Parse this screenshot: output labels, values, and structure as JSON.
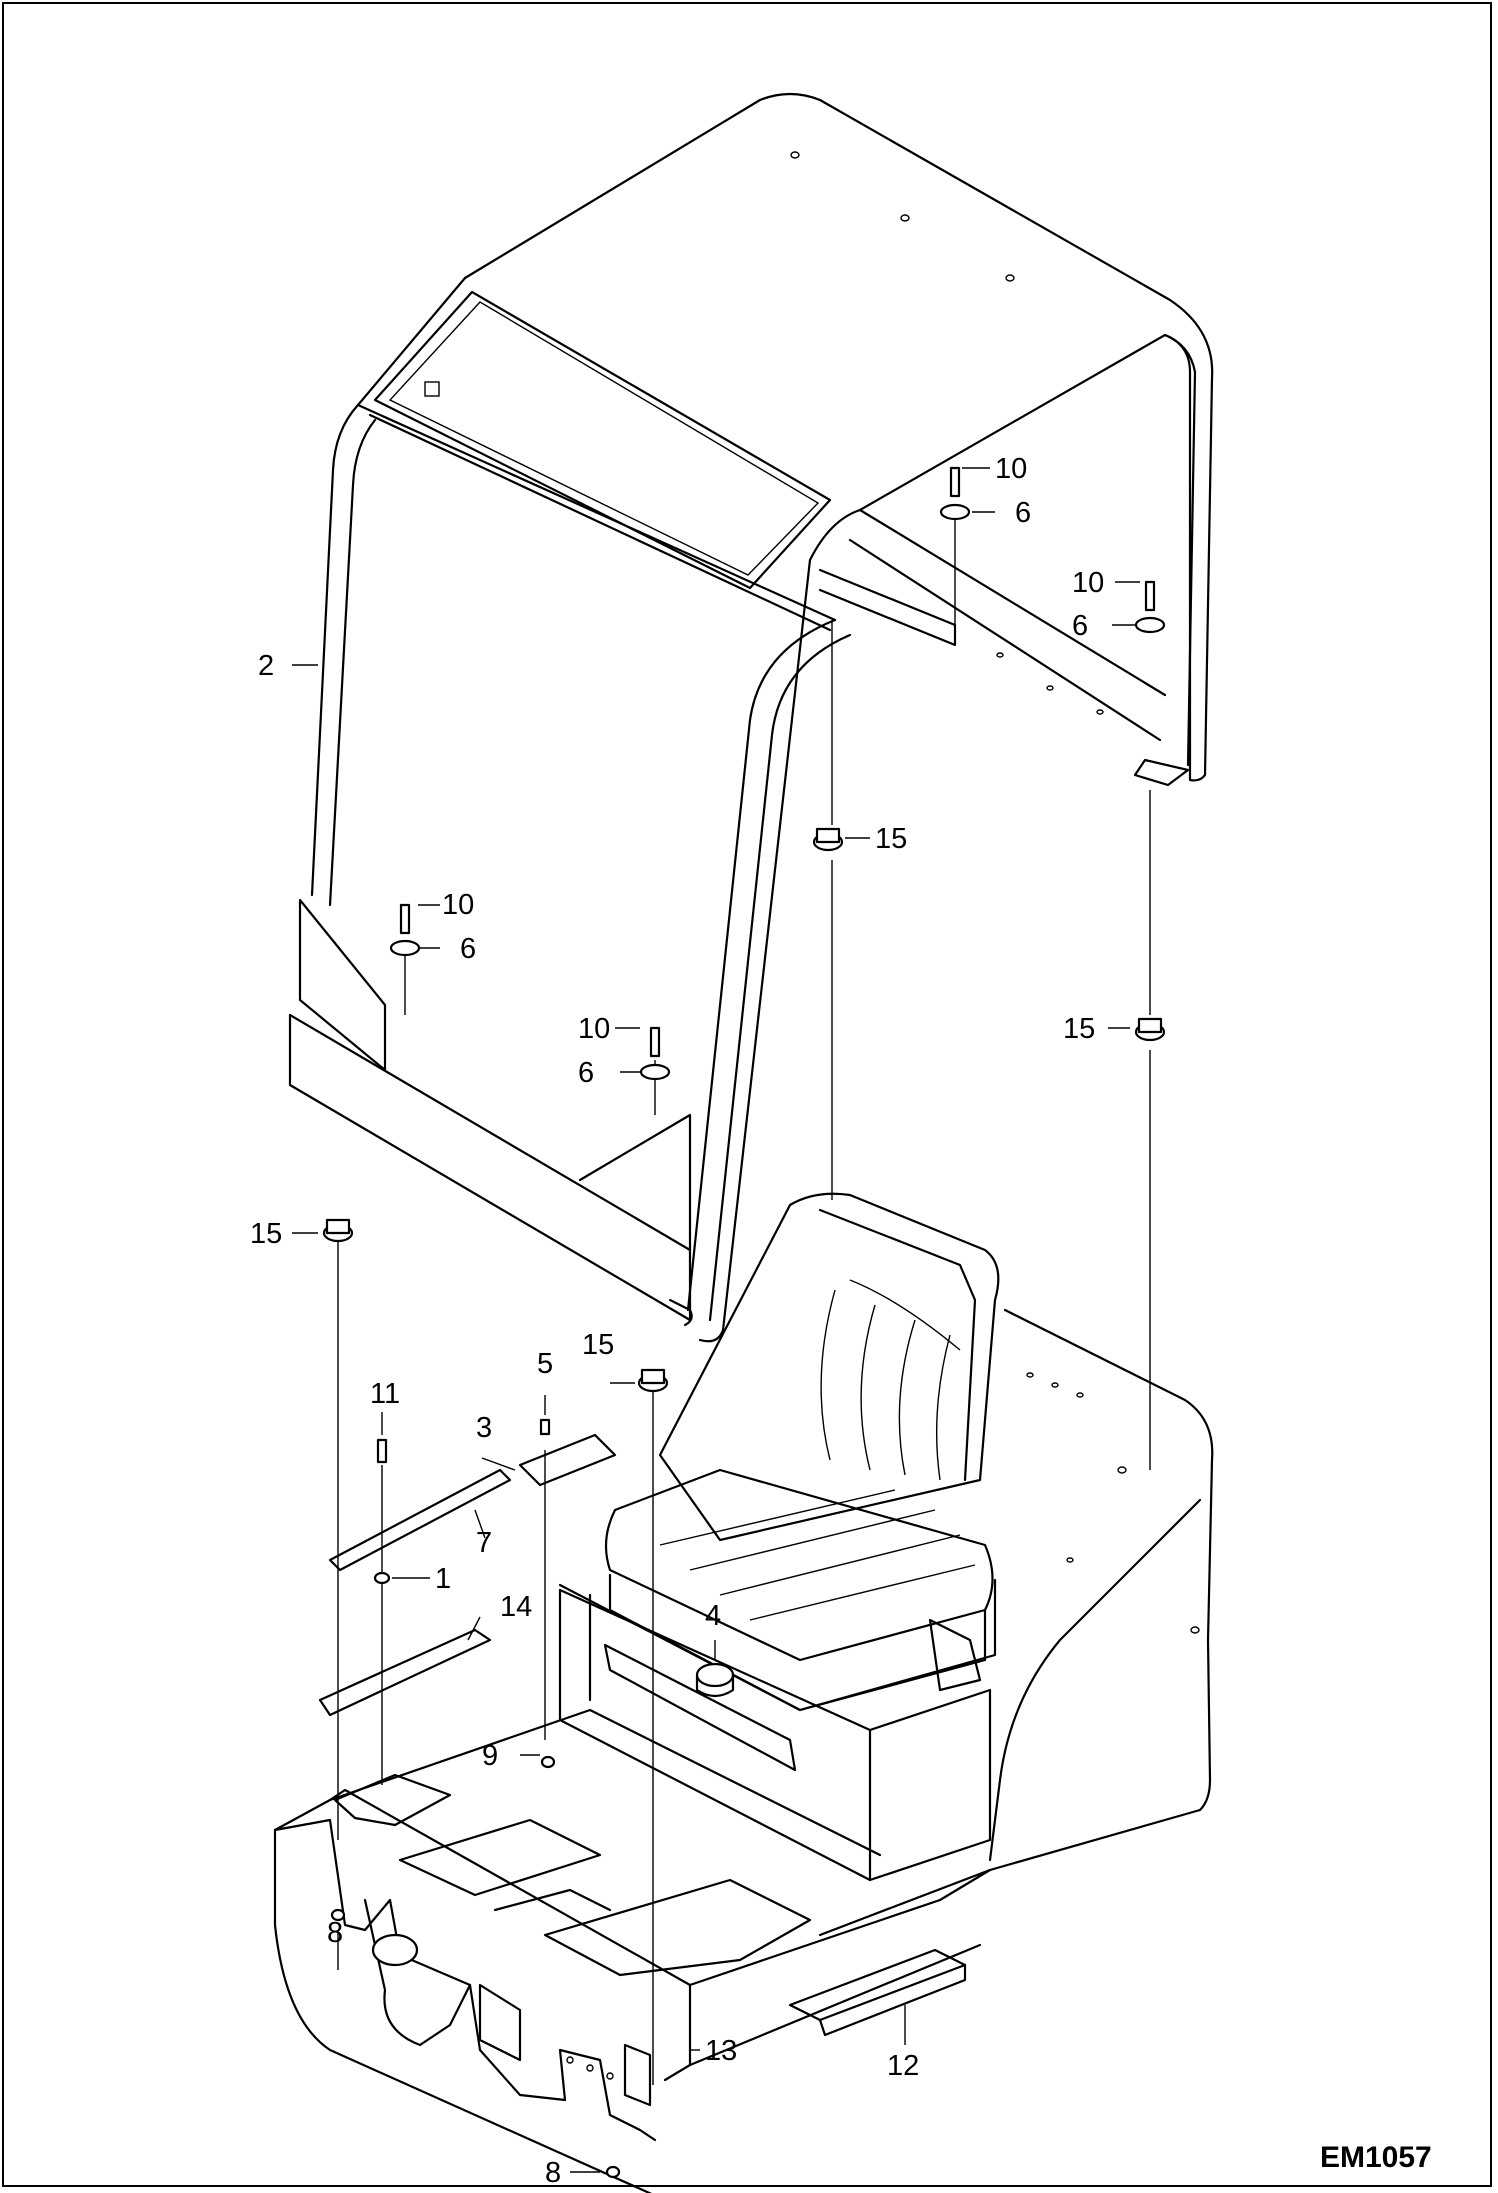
{
  "drawing_code": "EM1057",
  "callouts": [
    {
      "id": "c1",
      "text": "1"
    },
    {
      "id": "c2",
      "text": "2"
    },
    {
      "id": "c3",
      "text": "3"
    },
    {
      "id": "c4",
      "text": "4"
    },
    {
      "id": "c5",
      "text": "5"
    },
    {
      "id": "c6a",
      "text": "6"
    },
    {
      "id": "c6b",
      "text": "6"
    },
    {
      "id": "c6c",
      "text": "6"
    },
    {
      "id": "c6d",
      "text": "6"
    },
    {
      "id": "c7",
      "text": "7"
    },
    {
      "id": "c8a",
      "text": "8"
    },
    {
      "id": "c8b",
      "text": "8"
    },
    {
      "id": "c9",
      "text": "9"
    },
    {
      "id": "c10a",
      "text": "10"
    },
    {
      "id": "c10b",
      "text": "10"
    },
    {
      "id": "c10c",
      "text": "10"
    },
    {
      "id": "c10d",
      "text": "10"
    },
    {
      "id": "c11",
      "text": "11"
    },
    {
      "id": "c12",
      "text": "12"
    },
    {
      "id": "c13",
      "text": "13"
    },
    {
      "id": "c14",
      "text": "14"
    },
    {
      "id": "c15a",
      "text": "15"
    },
    {
      "id": "c15b",
      "text": "15"
    },
    {
      "id": "c15c",
      "text": "15"
    },
    {
      "id": "c15d",
      "text": "15"
    }
  ]
}
